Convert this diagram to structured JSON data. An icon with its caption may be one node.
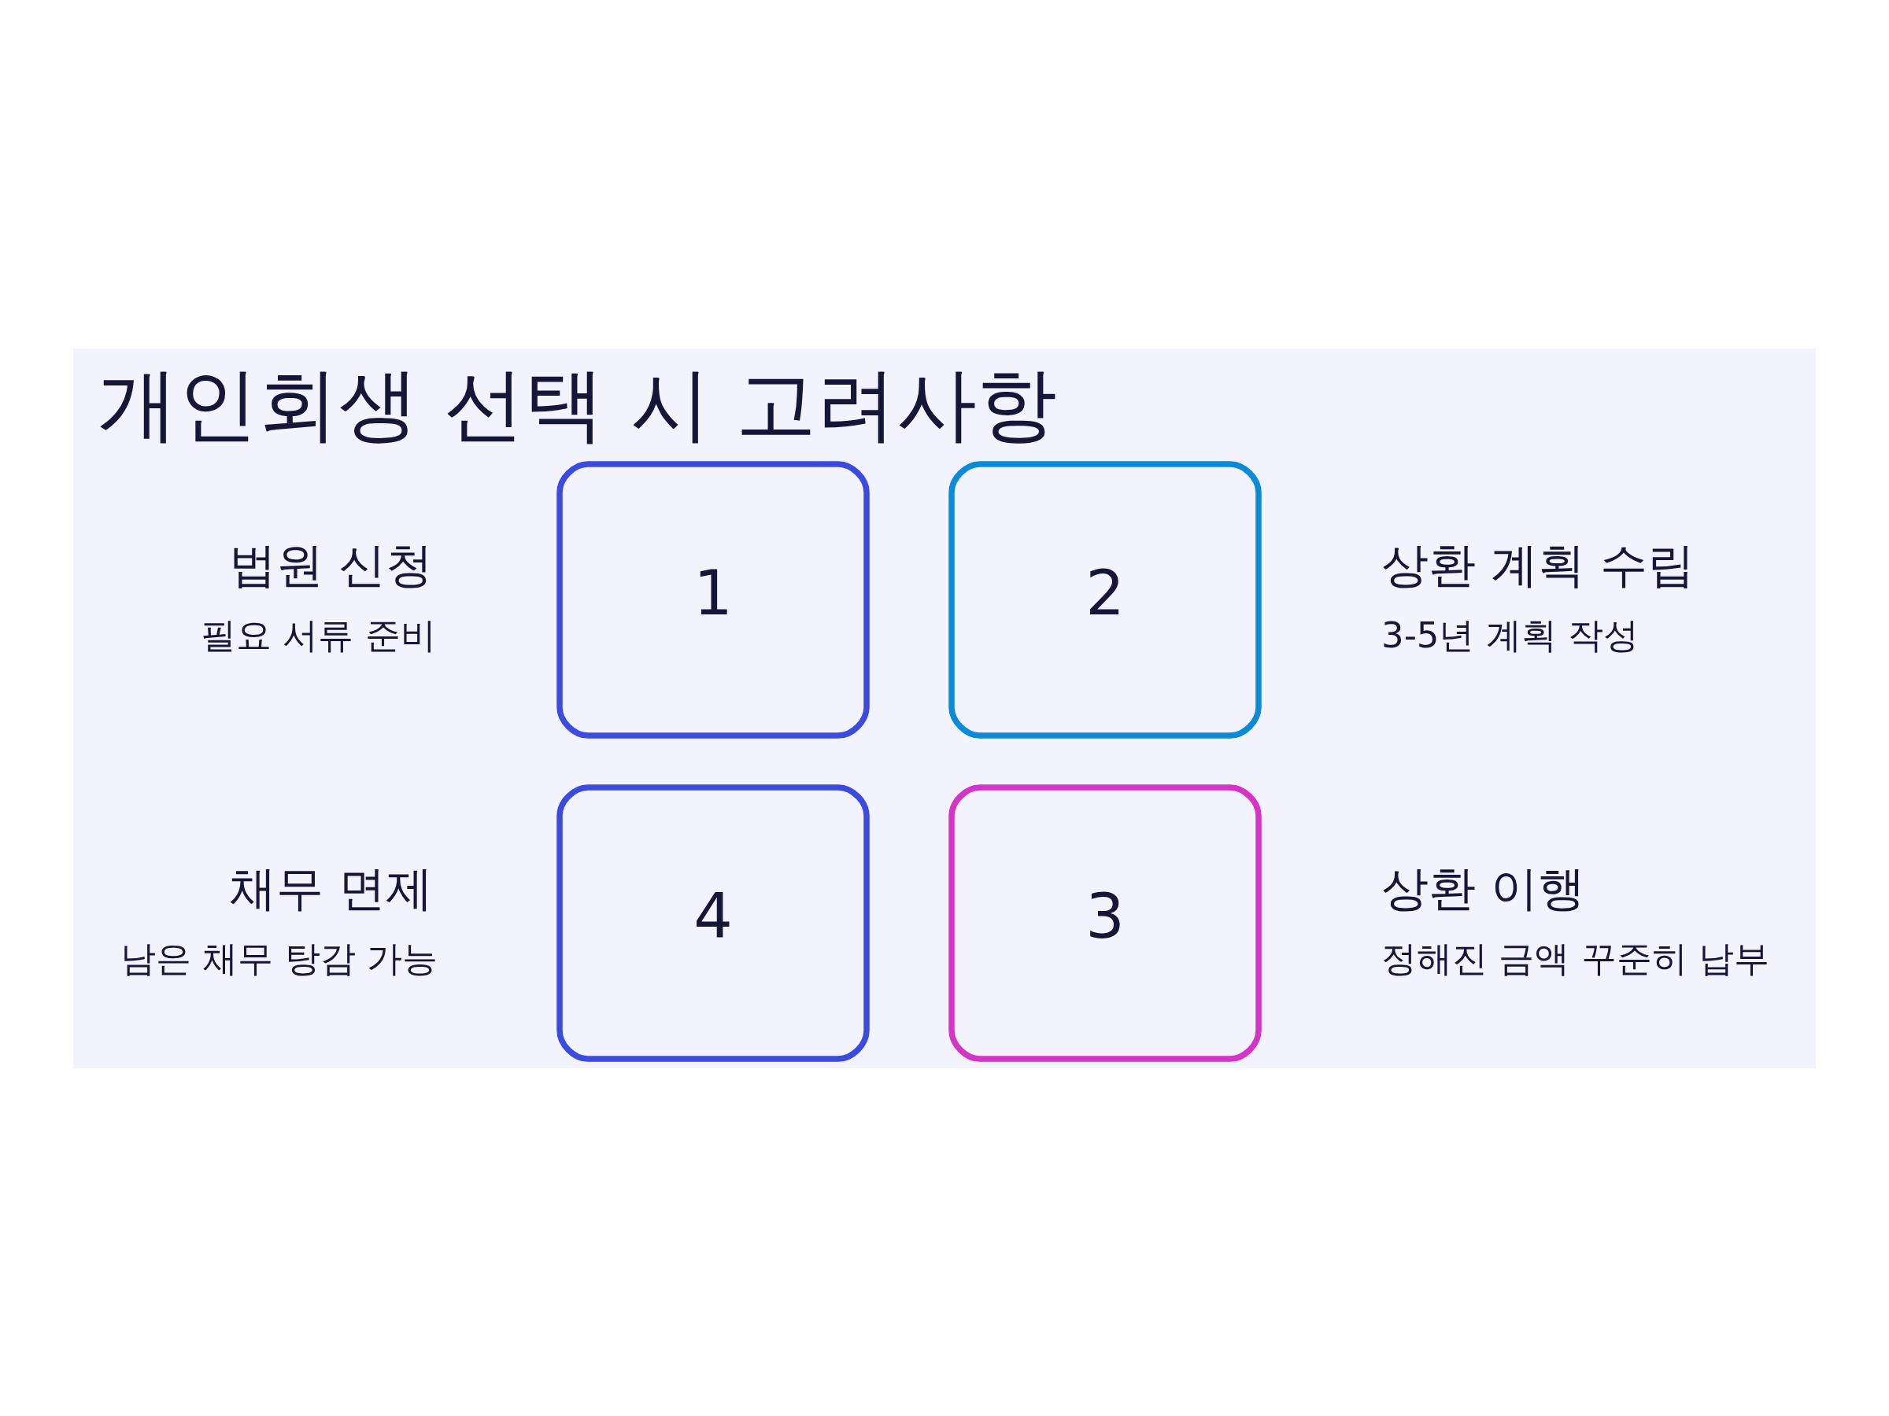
{
  "diagram": {
    "title": "개인회생 선택 시 고려사항",
    "nodes": [
      {
        "text": [
          "1"
        ],
        "beside": [
          "법원 신청",
          "필요 서류 준비"
        ]
      },
      {
        "text": [
          "2"
        ],
        "beside": [
          "상환 계획 수립",
          "3-5년 계획 작성"
        ]
      },
      {
        "text": [
          "3"
        ],
        "beside": [
          "상환 이행",
          "정해진 금액 꾸준히 납부"
        ]
      },
      {
        "text": [
          "4"
        ],
        "beside": [
          "채무 면제",
          "남은 채무 탕감 가능"
        ]
      }
    ]
  }
}
